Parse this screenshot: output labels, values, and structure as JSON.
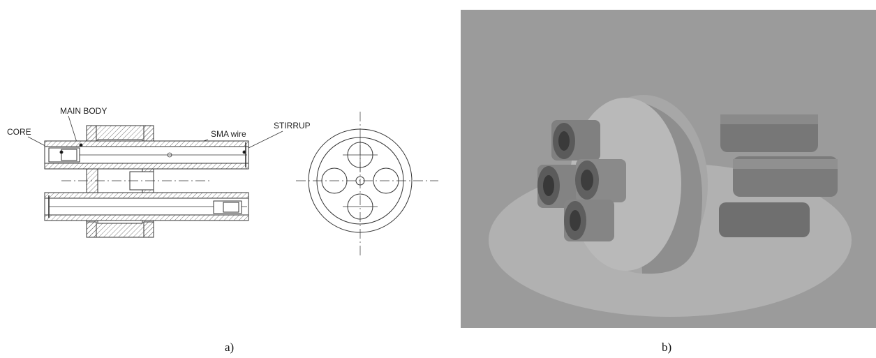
{
  "drawing": {
    "labels": {
      "core": "CORE",
      "main_body": "MAIN BODY",
      "sma_wire": "SMA wire",
      "stirrup": "STIRRUP"
    }
  },
  "captions": {
    "a": "a)",
    "b": "b)"
  }
}
